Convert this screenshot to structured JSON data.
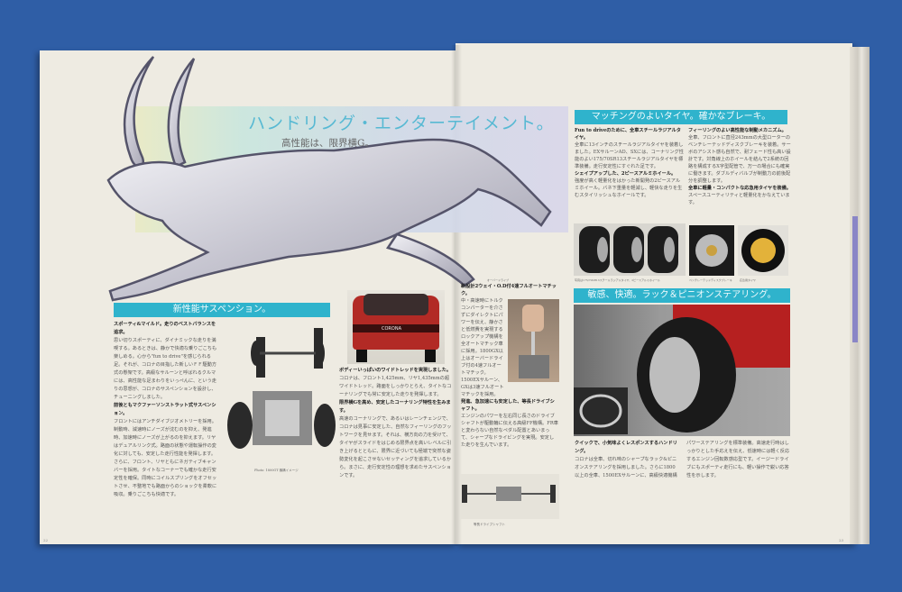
{
  "headline": {
    "title": "ハンドリング・エンターテイメント。",
    "subtitle": "高性能は、限界横G。"
  },
  "left_page": {
    "section_band": "新性能サスペンション。",
    "col1_head1": "スポーティ&マイルド。走りのベストバランスを追求。",
    "col1_body1": "思い切りスポーティに、ダイナミックな走りを満喫する。あるときは、静かで快適な乗りごこちも楽しめる。心から\"fun to drive\"を感じられる足。それが、コロナの目指した新しいＦＦ駆動方式の懸架です。高級なサルーンと呼ばれるクルマには、高性能な足まわりをいっぺんに、という走りの思想が、コロナのサスペンションを設計し、チューニングしました。",
    "col1_head2": "前後ともマクファーソンストラット式サスペンション。",
    "col1_body2": "フロントにはアンチダイブジオメトリーを採用。制動時、減速時にノーズが沈むのを抑え、発進時、加速時にノーズが上がるのを抑えます。リヤはデュアルリンク式。路面の状態や運転操作の変化に対しても、安定した走行性能を発揮します。さらに、フロント、リヤともにネガティブキャンバーを採用。タイトなコーナーでも確かな走行安定性を確保。同時にコイルスプリングをオフセットさせ、不整地でも路面からのショックを柔軟に吸収。乗りごこちも快適です。",
    "col2_head1": "ボディーいっぱいのワイドトレッドを実現しました。",
    "col2_body1": "コロナは、フロント1,425mm、リヤ1,435mmの超ワイドトレッド。路面をしっかりとらえ、タイトなコーナリングでも常に安定した走りを発揮します。",
    "col2_head2": "限界横Gを高め、安定したコーナリング特性を生みます。",
    "col2_body2": "高速のコーナリングで、あるいはレーンチェンジで、コロナは見事に安定した、自然なフィーリングのフットワークを見せます。それは、横方向の力を受けて、タイヤがスライドをはじめる限界点を高いレベルに引き上げるとともに、限界に近づいても極端で突然な姿勢変化を起こさせないセッティングを追求しているから。まさに、走行安定性の理想を求めたサスペンションです。",
    "chassis_caption": "Photo: 1800GT 機構イメージ",
    "car_plate": "CORONA"
  },
  "center": {
    "head1": "新設計2ウェイ・O.D付4速フルオートマチック。",
    "ruby": "オーバードライブ",
    "body1": "中・高速時にトルクコンバーターを介さずにダイレクトにパワーを伝え、静かさと低燃費を実現するロックアップ機構を全オートマチック車に採用。1800GX以上はオーバードライブ付の4速フルオートマチック。1500EXサルーン、GXは3速フルオートマチックを採用。",
    "head2": "発進、急加速にも安定した、等長ドライブシャフト。",
    "body2": "エンジンのパワーを左右同じ長さのドライブシャフトが駆動輪に伝える高級FF機構。FR車と変わらない自然なペダル配置とあいまって、シャープなドライビングを実現。安定した走りを生んでいます。",
    "shaft_caption": "等長ドライブシャフト"
  },
  "right_page": {
    "band1": "マッチングのよいタイヤ。確かなブレーキ。",
    "c1_head1": "Fun to driveのために、全車スチールラジアルタイヤ。",
    "c1_body1": "全車に13インチのスチールラジアルタイヤを装着しました。EXサルーンAD、SXには、コーナリング性能のよい175/70SR13スチールラジアルタイヤを標準装備。走行安定性にすぐれた足です。",
    "c1_head2": "シェイプアップした、2ピースアルミホイール。",
    "c1_body2": "強度が高く軽量化をはかった新開発の2ピースアルミホイール。バネ下重量を軽減し、軽快な走りを生むスタイリッシュなホイールです。",
    "c2_head1": "フィーリングのよい高性能な制動メカニズム。",
    "c2_body1": "全車、フロントに直径243mmの大型ローターのベンチレーテッドディスクブレーキを装着。サーボのアシスト感も自然で、耐フェード性も高い設計です。対角線上のホイールを結んで2系統の回路を構成するX字型配管で、万一の場合にも確実に働きます。ダブルディバルブが制動力の前後配分を調整します。",
    "c2_head2": "全車に軽量・コンパクトな応急用タイヤを装備。",
    "c2_body2": "スペースユーティリティと軽量化をかなえています。",
    "tire_caption": "写真は175/70SR13スチールラジアルタイヤ、2ピースアルミホイール",
    "brake_caption": "ベンチレーテッドディスクブレーキ",
    "spare_caption": "応急用タイヤ",
    "band2": "敏感、快適。ラック＆ピニオンステアリング。",
    "c3_head": "クイックで、小気味よくレスポンスするハンドリング。",
    "c3_body": "コロナは全車、切れ味のシャープなラック&ピニオンステアリングを採用しました。さらに1800以上の全車、1500EXサルーンに、高級快適機構パワーステアリングを標準装備。高速走行時はしっかりとした手応えを伝え、低速時には軽く反応するエンジン回転数感応型です。イージードライブにもスポーティ走行にも、軽い操作で鋭い応答性を示します。"
  },
  "page_numbers": {
    "left": "22",
    "right": "23"
  },
  "colors": {
    "band": "#2fb3cc",
    "background": "#2f5ea6",
    "paper": "#eeebe2"
  }
}
